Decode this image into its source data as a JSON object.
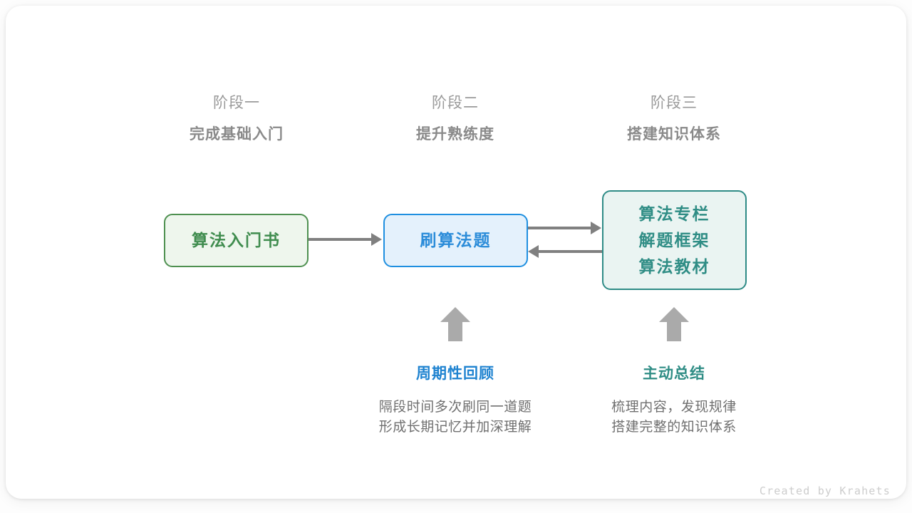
{
  "canvas": {
    "background": "#fdfdfd",
    "card_background": "#ffffff"
  },
  "colors": {
    "green": "#3f8c4e",
    "green_border": "#4e9050",
    "green_fill": "#eef6ed",
    "blue": "#2b8cd9",
    "blue_border": "#1f8fe0",
    "blue_fill": "#e4f1fc",
    "teal": "#2f8d85",
    "teal_border": "#2e8b86",
    "teal_fill": "#eaf4f2",
    "arrow_gray": "#808080",
    "block_arrow_gray": "#aaaaaa",
    "header_gray": "#9a9a9a",
    "header_bold_gray": "#8a8a8a",
    "body_gray": "#707070",
    "watermark_gray": "#cdcdcd"
  },
  "phases": [
    {
      "name": "阶段一",
      "title": "完成基础入门"
    },
    {
      "name": "阶段二",
      "title": "提升熟练度"
    },
    {
      "name": "阶段三",
      "title": "搭建知识体系"
    }
  ],
  "nodes": [
    {
      "id": "book",
      "lines": [
        "算法入门书"
      ],
      "color": "green"
    },
    {
      "id": "practice",
      "lines": [
        "刷算法题"
      ],
      "color": "blue"
    },
    {
      "id": "resources",
      "lines": [
        "算法专栏",
        "解题框架",
        "算法教材"
      ],
      "color": "teal"
    }
  ],
  "connectors": [
    {
      "id": "book-to-practice",
      "direction": "right"
    },
    {
      "id": "practice-to-resources",
      "direction": "right"
    },
    {
      "id": "resources-to-practice",
      "direction": "left"
    }
  ],
  "notes": [
    {
      "id": "periodic-review",
      "title": "周期性回顾",
      "color": "blue",
      "desc_lines": [
        "隔段时间多次刷同一道题",
        "形成长期记忆并加深理解"
      ]
    },
    {
      "id": "active-summary",
      "title": "主动总结",
      "color": "teal",
      "desc_lines": [
        "梳理内容，发现规律",
        "搭建完整的知识体系"
      ]
    }
  ],
  "watermark": "Created by Krahets"
}
